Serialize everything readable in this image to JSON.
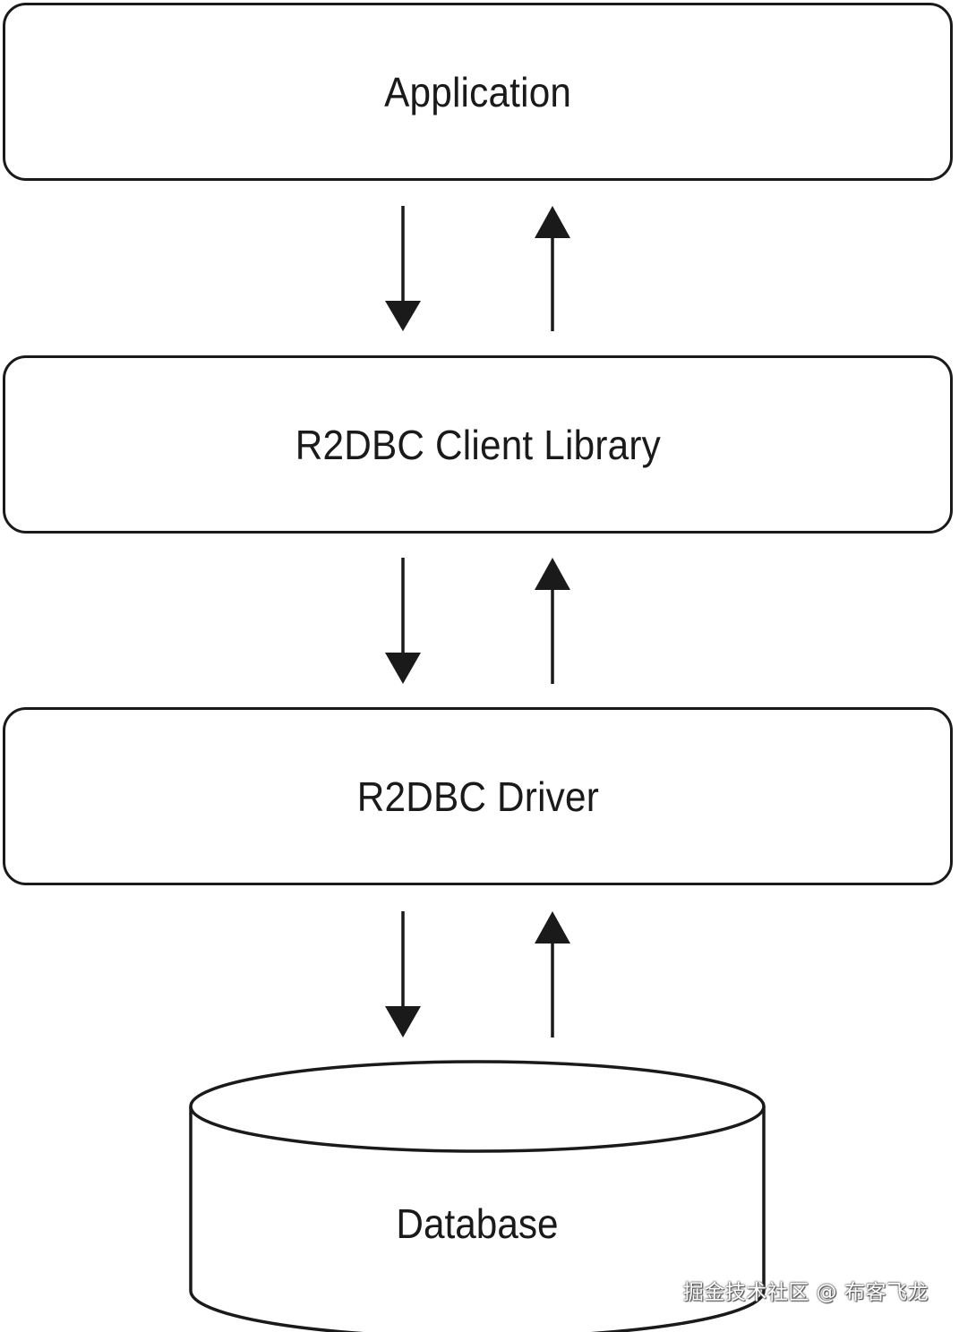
{
  "layers": {
    "application": "Application",
    "client_library": "R2DBC Client Library",
    "driver": "R2DBC Driver",
    "database": "Database"
  },
  "watermark": "掘金技术社区 @ 布客飞龙",
  "colors": {
    "stroke": "#1a1a1a",
    "background": "#ffffff"
  }
}
